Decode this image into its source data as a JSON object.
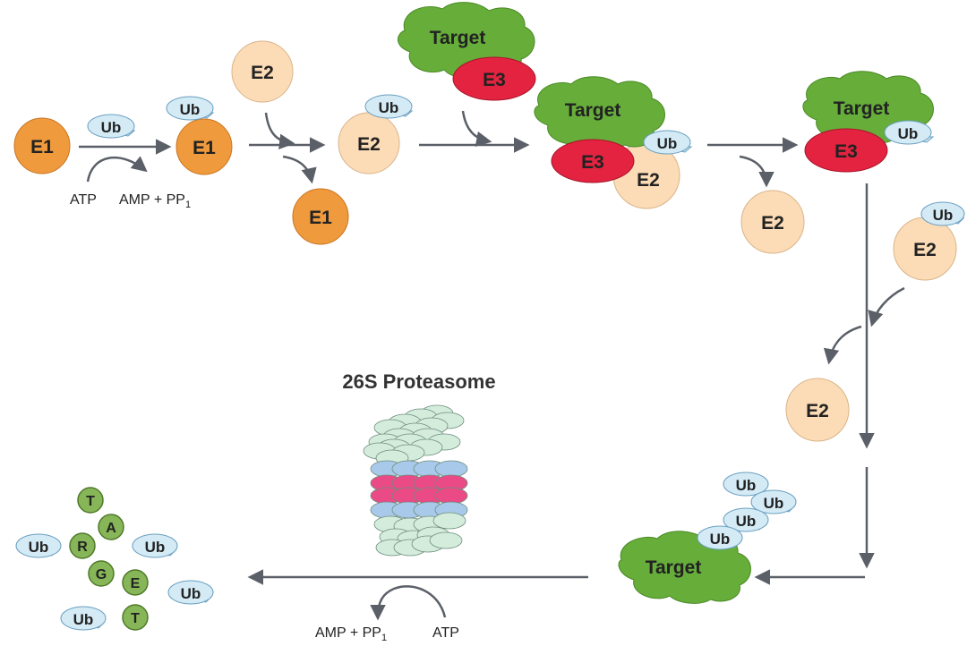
{
  "title": "26S Proteasome",
  "labels": {
    "e1": "E1",
    "e2": "E2",
    "e3": "E3",
    "ub": "Ub",
    "target": "Target",
    "atp": "ATP",
    "amp_pp": "AMP + PP",
    "pp_sub": "1"
  },
  "fragments": [
    "T",
    "A",
    "R",
    "G",
    "E",
    "T"
  ],
  "colors": {
    "e1": "#ef9a3c",
    "e2": "#fcdcb6",
    "e3": "#e3233f",
    "ub": "#d4ebf6",
    "target": "#66ad3a",
    "fragment": "#86b657",
    "arrow": "#5b6068",
    "ring_green": "#d4ecdc",
    "ring_blue": "#a9c9ea",
    "ring_pink": "#ea4a86"
  }
}
